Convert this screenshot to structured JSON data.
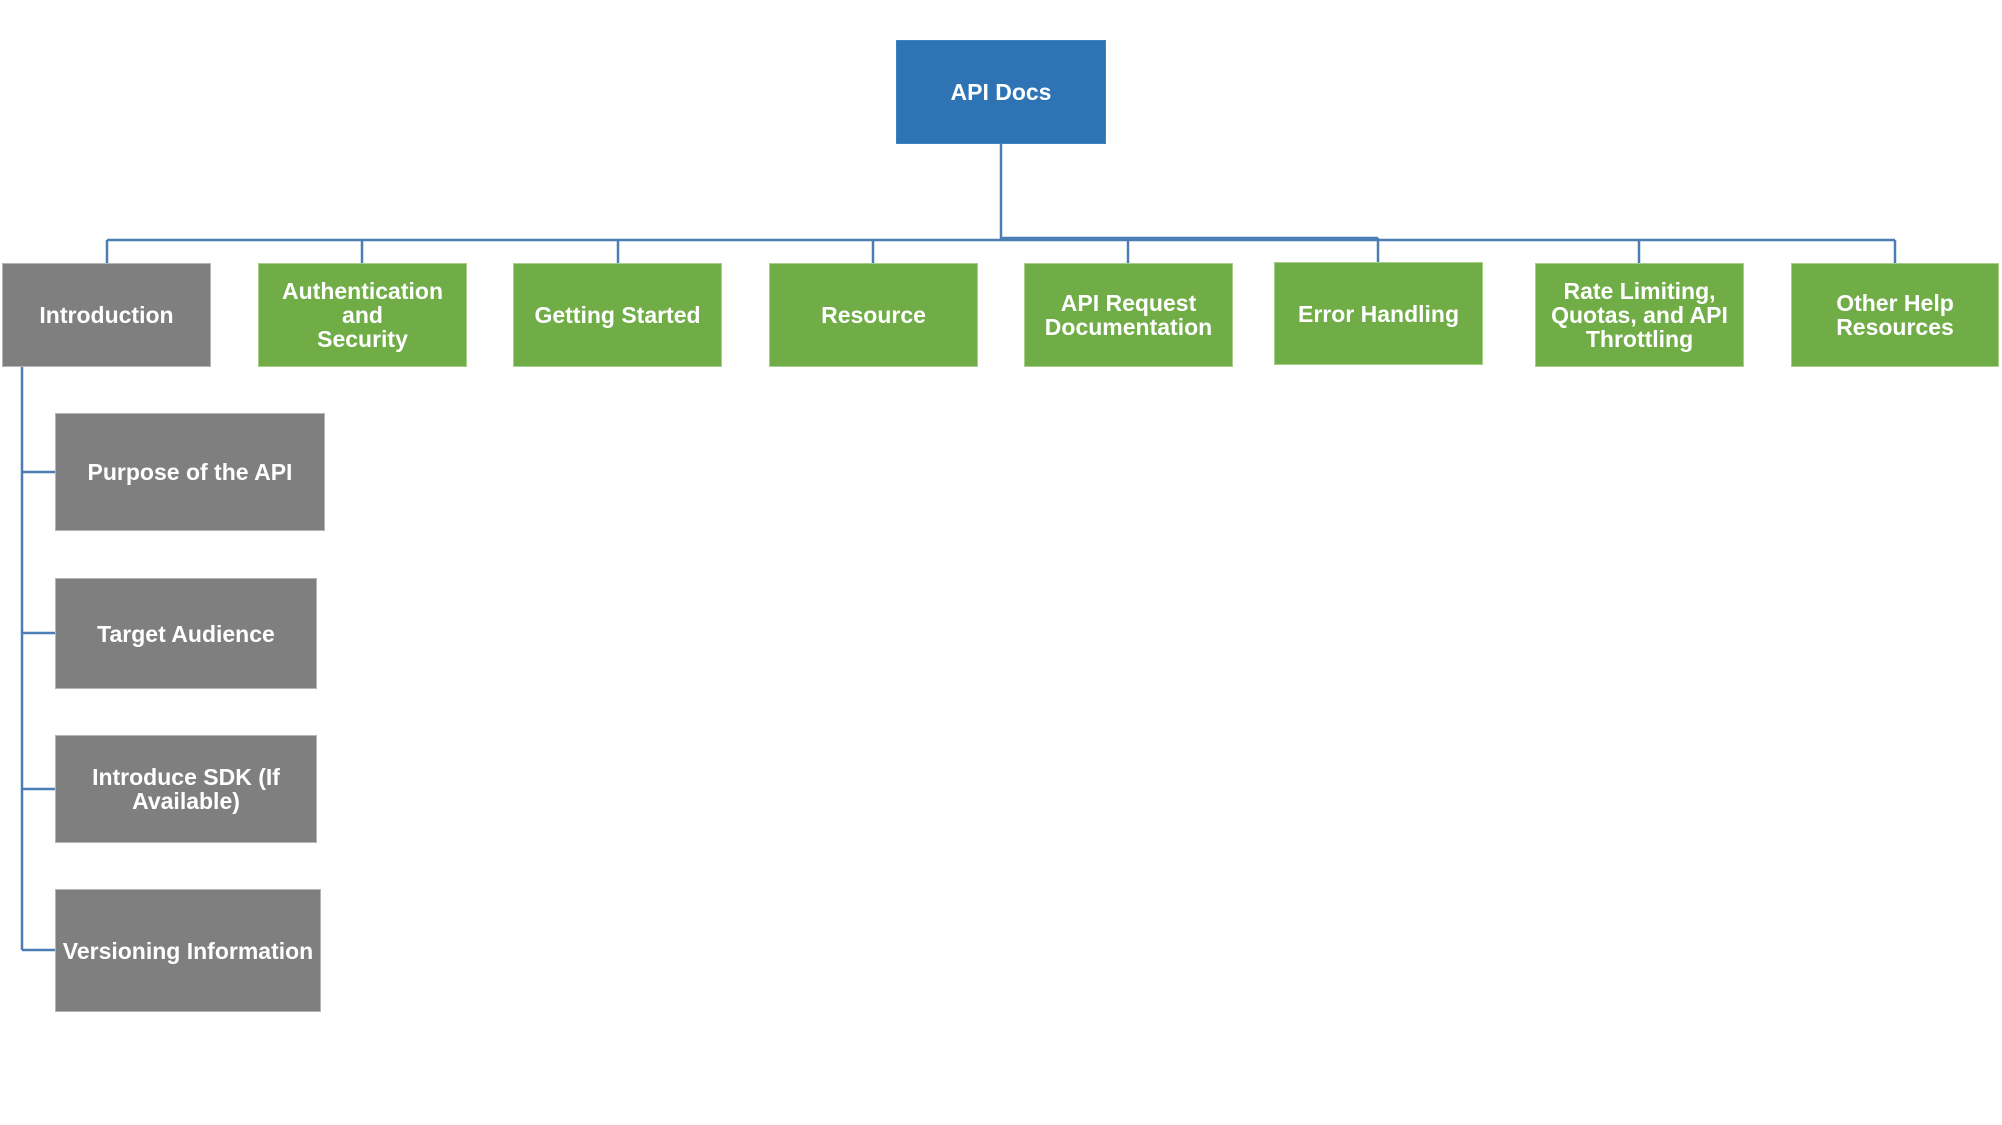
{
  "root": {
    "label": "API Docs"
  },
  "sections": [
    {
      "label_lines": [
        "Introduction"
      ]
    },
    {
      "label_lines": [
        "Authentication and",
        "Security"
      ]
    },
    {
      "label_lines": [
        "Getting Started"
      ]
    },
    {
      "label_lines": [
        "Resource"
      ]
    },
    {
      "label_lines": [
        "API Request",
        "Documentation"
      ]
    },
    {
      "label_lines": [
        "Error Handling"
      ]
    },
    {
      "label_lines": [
        "Rate Limiting,",
        "Quotas, and API",
        "Throttling"
      ]
    },
    {
      "label_lines": [
        "Other Help",
        "Resources"
      ]
    }
  ],
  "introduction_children": [
    {
      "label_lines": [
        "Purpose of the API"
      ]
    },
    {
      "label_lines": [
        "Target Audience"
      ]
    },
    {
      "label_lines": [
        "Introduce SDK (If",
        "Available)"
      ]
    },
    {
      "label_lines": [
        "Versioning Information"
      ]
    }
  ],
  "colors": {
    "root": "#2e74b5",
    "introduction_branch": "#7f7f7f",
    "other_sections": "#70ad47",
    "connector": "#4a7fb5",
    "text": "#ffffff"
  }
}
